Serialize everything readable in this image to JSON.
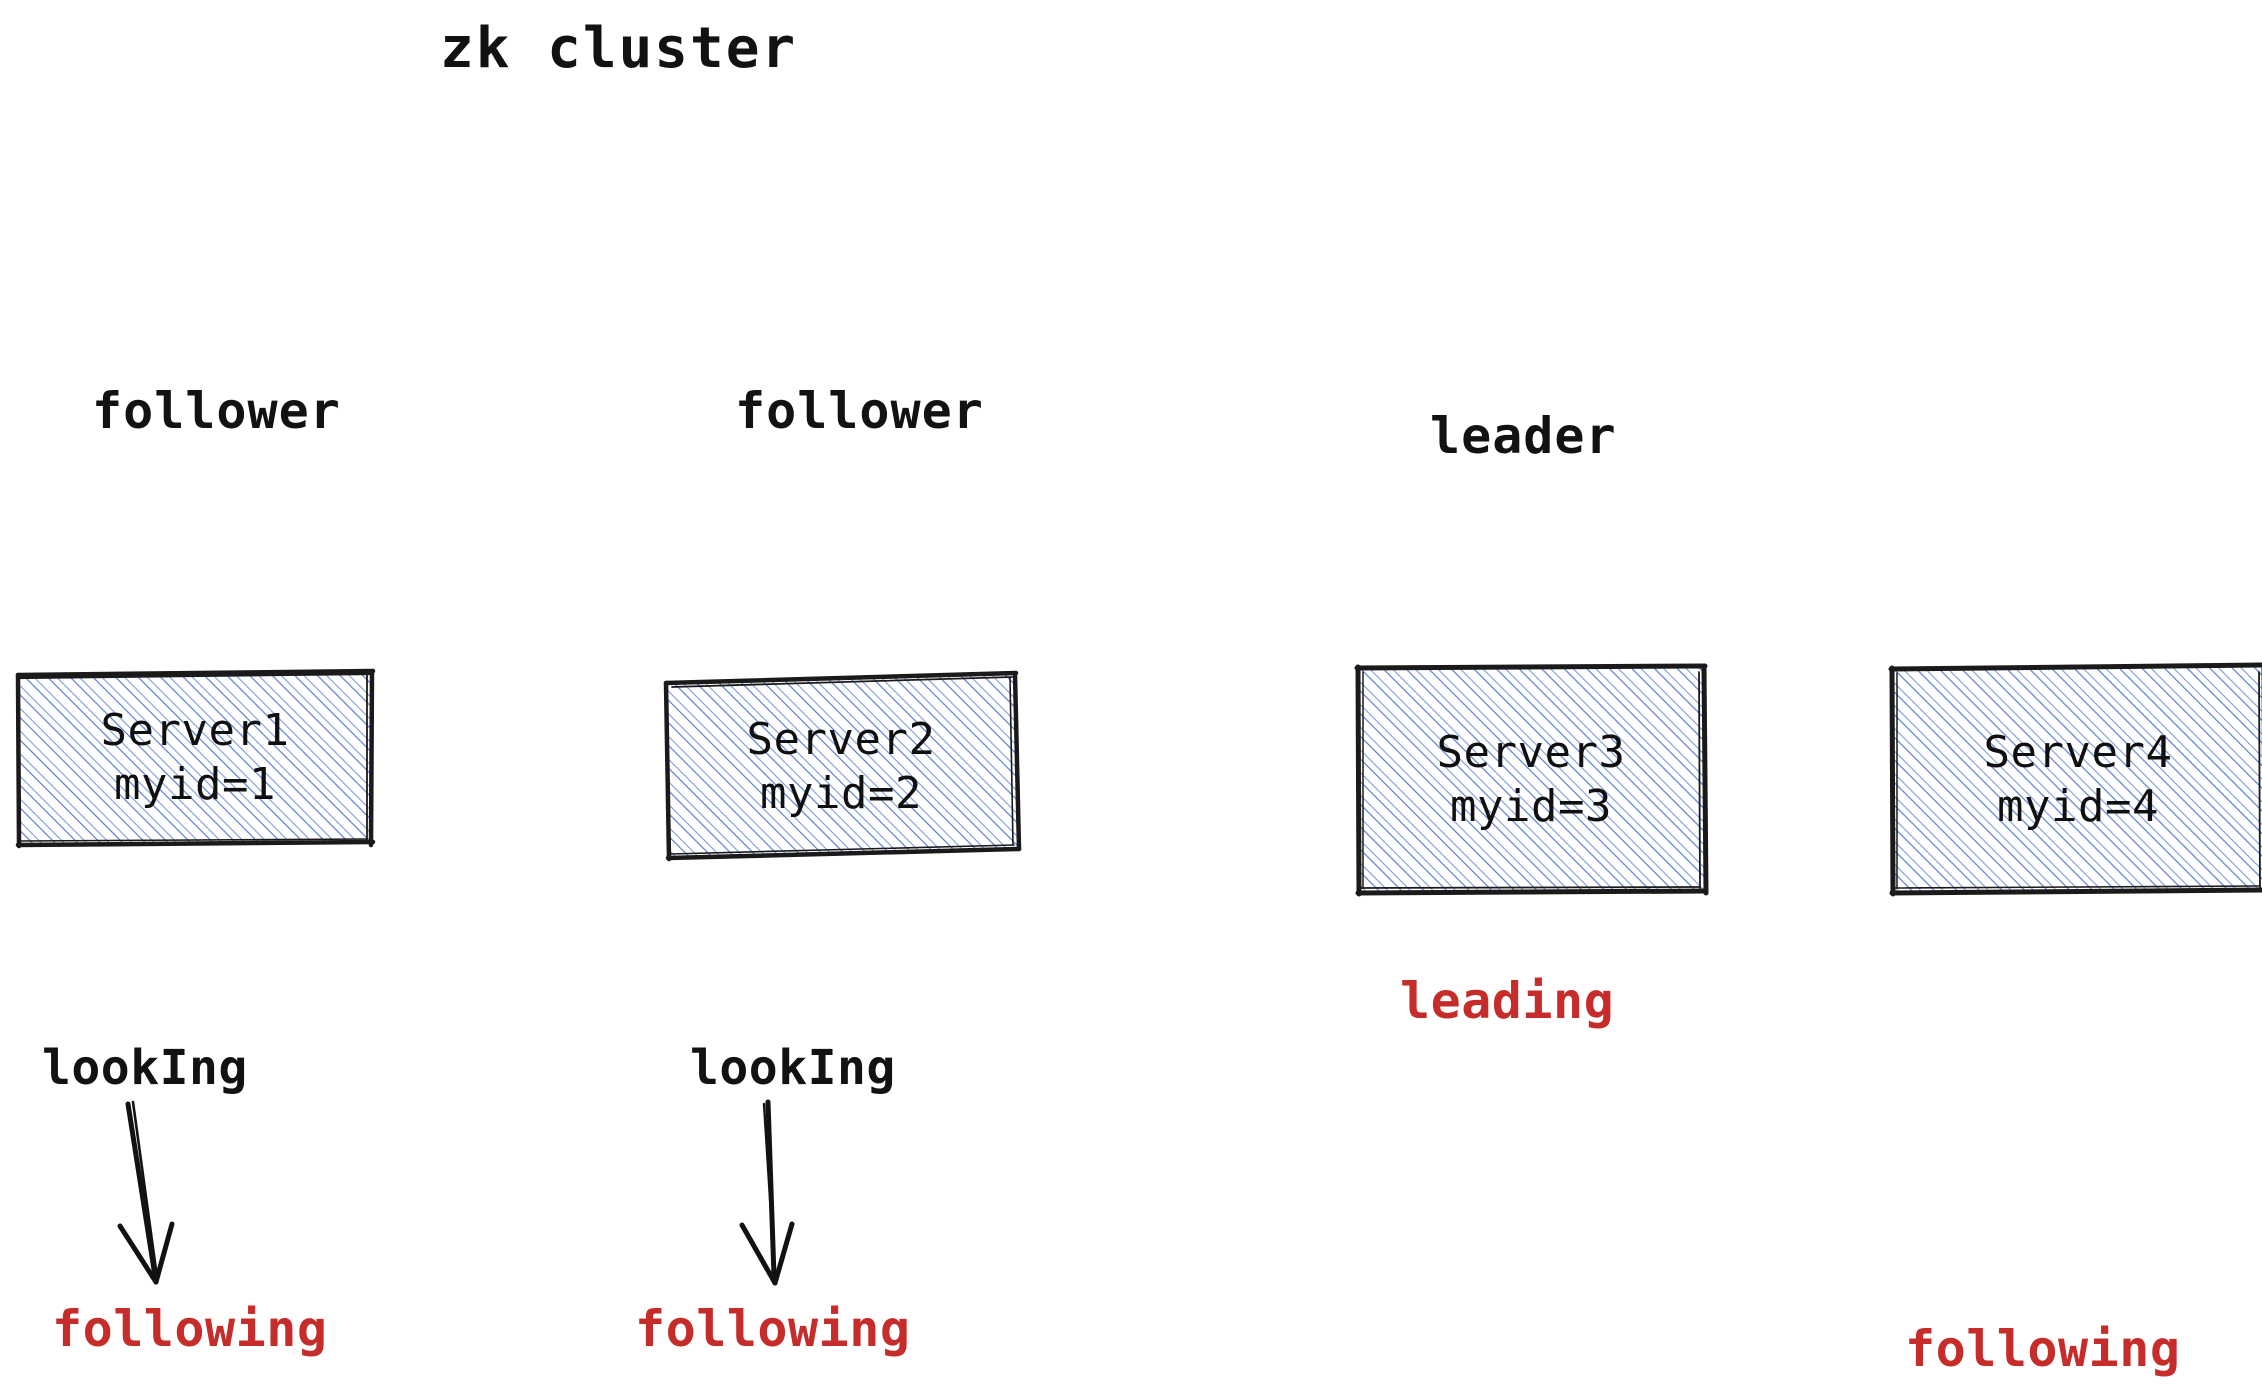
{
  "diagram": {
    "title": "zk cluster",
    "background_color": "#ffffff",
    "box_fill_hatch_color": "#5a7fd4",
    "box_stroke_color": "#1a1a1a",
    "text_color": "#121212",
    "state_red_color": "#c62d2a",
    "roles": [
      {
        "label": "follower"
      },
      {
        "label": "follower"
      },
      {
        "label": "leader"
      }
    ],
    "servers": [
      {
        "name": "Server1",
        "myid": "myid=1"
      },
      {
        "name": "Server2",
        "myid": "myid=2"
      },
      {
        "name": "Server3",
        "myid": "myid=3"
      },
      {
        "name": "Server4",
        "myid": "myid=4"
      }
    ],
    "states_initial": [
      {
        "label": "lookIng"
      },
      {
        "label": "lookIng"
      }
    ],
    "states_final": [
      {
        "label": "following"
      },
      {
        "label": "following"
      },
      {
        "label": "leading"
      },
      {
        "label": "following"
      }
    ],
    "arrows": [
      {
        "name": "looking-to-following-arrow-1"
      },
      {
        "name": "looking-to-following-arrow-2"
      }
    ]
  }
}
